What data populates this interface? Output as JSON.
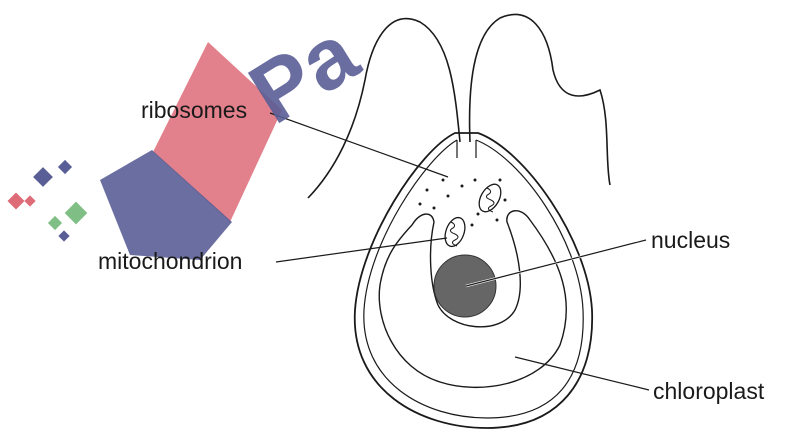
{
  "labels": {
    "ribosomes": "ribosomes",
    "mitochondrion": "mitochondrion",
    "nucleus": "nucleus",
    "chloroplast": "chloroplast"
  },
  "watermark": {
    "text": "Pa",
    "colors": {
      "red": "#dd6b78",
      "navy": "#5a5e96",
      "green": "#7fbf86"
    }
  },
  "colors": {
    "line": "#1a1a1a",
    "nucleus_fill": "#666666"
  }
}
